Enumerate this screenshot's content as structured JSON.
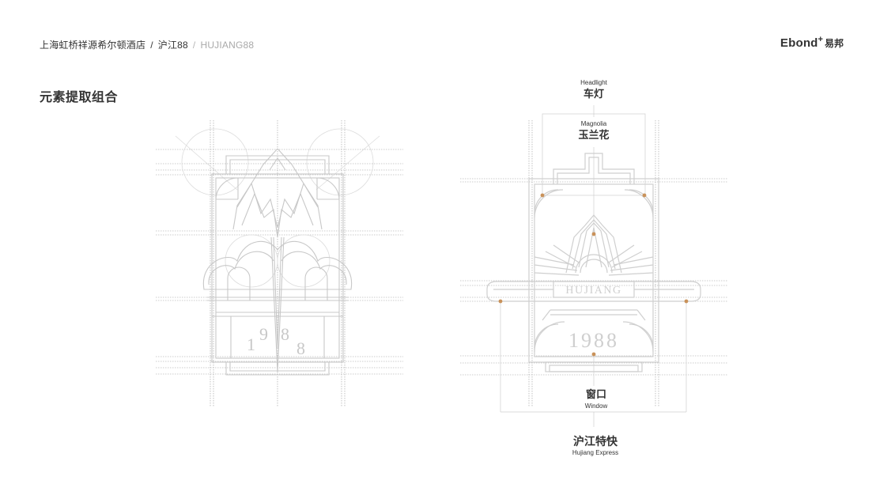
{
  "header": {
    "breadcrumb_hotel": "上海虹桥祥源希尔顿酒店",
    "breadcrumb_sep": "/",
    "breadcrumb_outlet": "沪江88",
    "breadcrumb_outlet_en": "HUJIANG88"
  },
  "logo": {
    "en": "Ebond",
    "plus": "+",
    "cn": "易邦"
  },
  "section_title": "元素提取组合",
  "left_art": {
    "numerals": [
      "1",
      "9",
      "8",
      "8"
    ]
  },
  "right_art": {
    "sign_text": "HUJIANG",
    "year_text": "1988"
  },
  "labels": {
    "headlight_en": "Headlight",
    "headlight_cn": "车灯",
    "magnolia_en": "Magnolia",
    "magnolia_cn": "玉兰花",
    "window_cn": "窗口",
    "window_en": "Window",
    "express_cn": "沪江特快",
    "express_en": "Hujiang Express"
  },
  "colors": {
    "line": "#c8c8c8",
    "guide": "#9a9a9a",
    "accent_dot": "#c9925a",
    "text": "#333333",
    "muted": "#a9a9a9"
  }
}
